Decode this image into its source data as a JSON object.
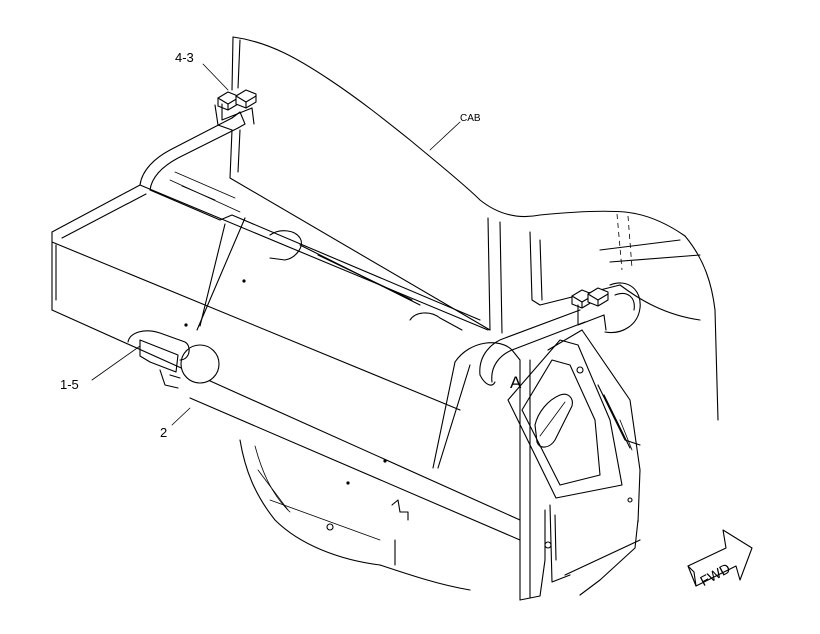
{
  "diagram": {
    "callouts": {
      "part_4_3": "4-3",
      "cab": "CAB",
      "view_a": "A",
      "part_1_5": "1-5",
      "part_2": "2"
    },
    "direction_arrow": "FWD"
  }
}
